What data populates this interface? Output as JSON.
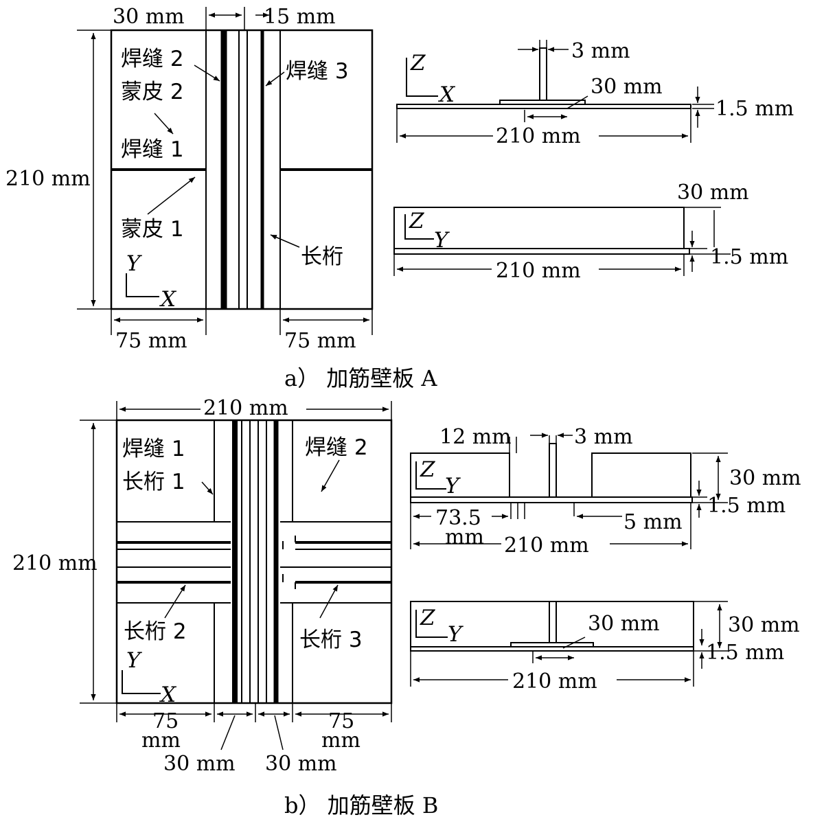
{
  "panel_a": {
    "caption": "a）  加筋壁板 A",
    "plan": {
      "dim_top_left": "30 mm",
      "dim_top_right": "15 mm",
      "dim_left": "210 mm",
      "dim_bottom_left": "75 mm",
      "dim_bottom_right": "75 mm",
      "label_weld2": "焊缝 2",
      "label_skin2": "蒙皮 2",
      "label_weld1": "焊缝 1",
      "label_skin1": "蒙皮 1",
      "label_weld3": "焊缝 3",
      "label_stringer": "长桁",
      "axis_y": "Y",
      "axis_x": "X"
    },
    "section_xz": {
      "axis_z": "Z",
      "axis_x": "X",
      "dim_web": "3 mm",
      "dim_flange": "30 mm",
      "dim_thick": "1.5 mm",
      "dim_width": "210 mm"
    },
    "section_yz": {
      "axis_z": "Z",
      "axis_y": "Y",
      "dim_height": "30 mm",
      "dim_thick": "1.5 mm",
      "dim_width": "210 mm"
    }
  },
  "panel_b": {
    "caption": "b）  加筋壁板 B",
    "plan": {
      "dim_top": "210 mm",
      "dim_left": "210 mm",
      "dim_bottom_left_a": "75",
      "dim_bottom_left_b": "mm",
      "dim_bottom_right_a": "75",
      "dim_bottom_right_b": "mm",
      "dim_bottom_mid_left": "30 mm",
      "dim_bottom_mid_right": "30 mm",
      "label_weld1": "焊缝 1",
      "label_stringer1": "长桁 1",
      "label_weld2": "焊缝 2",
      "label_stringer2": "长桁 2",
      "label_stringer3": "长桁 3",
      "axis_y": "Y",
      "axis_x": "X"
    },
    "section_top": {
      "axis_z": "Z",
      "axis_y": "Y",
      "dim_12": "12 mm",
      "dim_web": "3 mm",
      "dim_height": "30 mm",
      "dim_thick": "1.5 mm",
      "dim_735_a": "73.5",
      "dim_735_b": "mm",
      "dim_5": "5 mm",
      "dim_width": "210 mm"
    },
    "section_bottom": {
      "axis_z": "Z",
      "axis_y": "Y",
      "dim_flange": "30 mm",
      "dim_height": "30 mm",
      "dim_thick": "1.5 mm",
      "dim_width": "210 mm"
    }
  }
}
